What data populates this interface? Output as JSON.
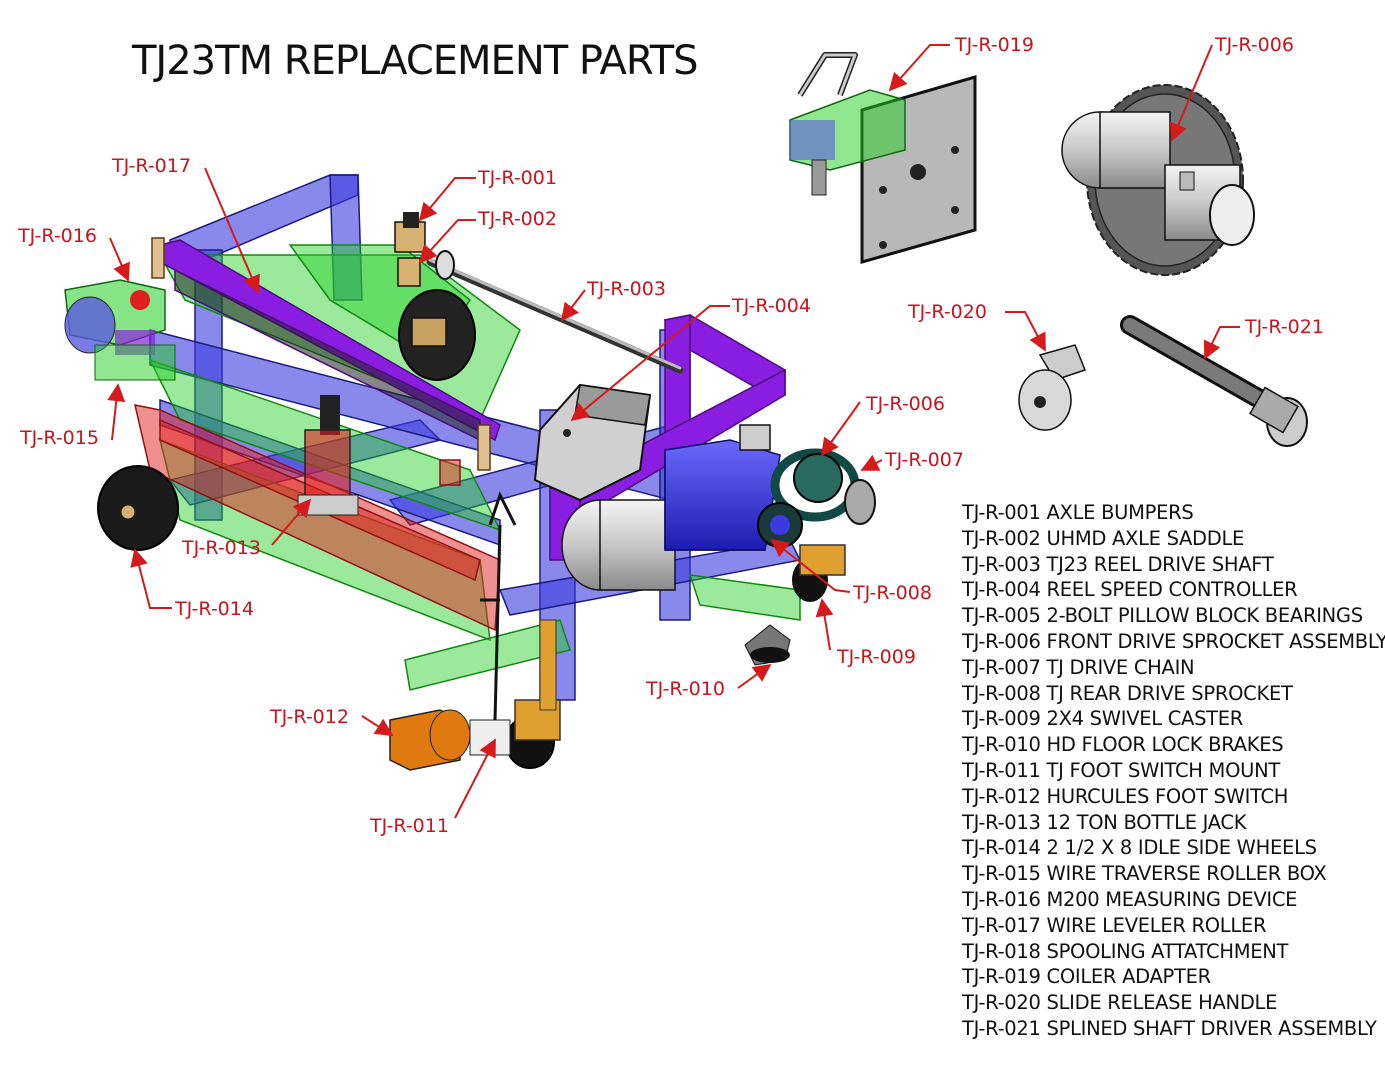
{
  "title": "TJ23TM REPLACEMENT PARTS",
  "colors": {
    "frame_blue": "#3a3ae0",
    "green": "#22d022",
    "purple": "#8a1ee0",
    "red_part": "#e02020",
    "orange": "#e07a10",
    "callout_red": "#c8141e"
  },
  "callouts": {
    "c001": "TJ-R-001",
    "c002": "TJ-R-002",
    "c003": "TJ-R-003",
    "c004": "TJ-R-004",
    "c006a": "TJ-R-006",
    "c006b": "TJ-R-006",
    "c007": "TJ-R-007",
    "c008": "TJ-R-008",
    "c009": "TJ-R-009",
    "c010": "TJ-R-010",
    "c011": "TJ-R-011",
    "c012": "TJ-R-012",
    "c013": "TJ-R-013",
    "c014": "TJ-R-014",
    "c015": "TJ-R-015",
    "c016": "TJ-R-016",
    "c017": "TJ-R-017",
    "c019": "TJ-R-019",
    "c020": "TJ-R-020",
    "c021": "TJ-R-021"
  },
  "legend": [
    "TJ-R-001 AXLE BUMPERS",
    "TJ-R-002 UHMD AXLE SADDLE",
    "TJ-R-003 TJ23 REEL DRIVE SHAFT",
    "TJ-R-004 REEL SPEED CONTROLLER",
    "TJ-R-005 2-BOLT PILLOW BLOCK BEARINGS",
    "TJ-R-006 FRONT DRIVE SPROCKET ASSEMBLY",
    "TJ-R-007 TJ DRIVE CHAIN",
    "TJ-R-008 TJ REAR DRIVE SPROCKET",
    "TJ-R-009 2X4 SWIVEL CASTER",
    "TJ-R-010 HD FLOOR LOCK BRAKES",
    "TJ-R-011 TJ FOOT SWITCH MOUNT",
    "TJ-R-012 HURCULES FOOT SWITCH",
    "TJ-R-013 12 TON BOTTLE JACK",
    "TJ-R-014 2 1/2 X 8 IDLE SIDE WHEELS",
    "TJ-R-015 WIRE TRAVERSE ROLLER BOX",
    "TJ-R-016 M200 MEASURING DEVICE",
    "TJ-R-017 WIRE LEVELER ROLLER",
    "TJ-R-018 SPOOLING ATTATCHMENT",
    "TJ-R-019 COILER ADAPTER",
    "TJ-R-020 SLIDE RELEASE HANDLE",
    "TJ-R-021 SPLINED SHAFT DRIVER ASSEMBLY"
  ]
}
